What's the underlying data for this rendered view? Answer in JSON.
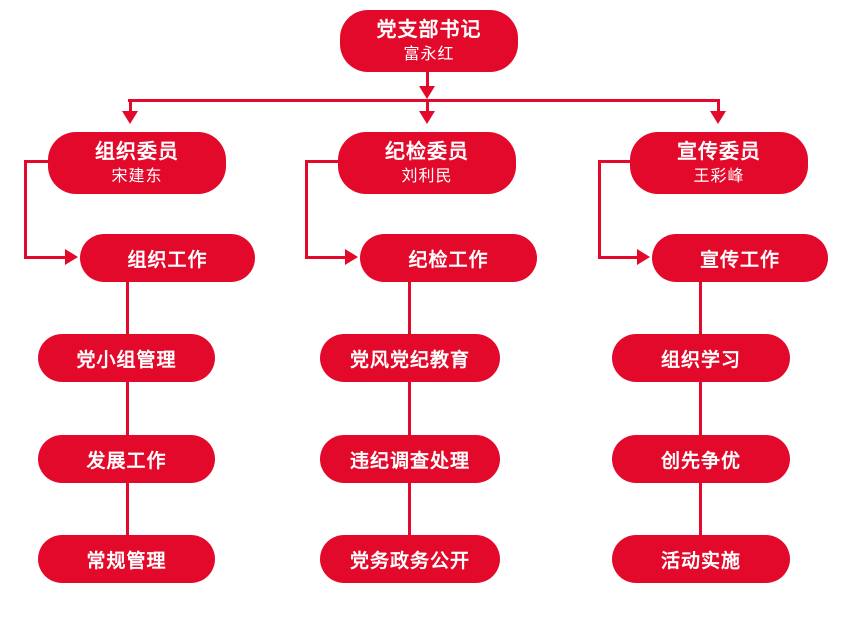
{
  "palette": {
    "node_red": "#E3092B",
    "text_white": "#ffffff",
    "background": "#ffffff"
  },
  "chart": {
    "type": "org-chart",
    "root": {
      "title": "党支部书记",
      "name": "富永红"
    },
    "branches": [
      {
        "role": "组织委员",
        "person": "宋建东",
        "work": "组织工作",
        "tasks": [
          "党小组管理",
          "发展工作",
          "常规管理"
        ]
      },
      {
        "role": "纪检委员",
        "person": "刘利民",
        "work": "纪检工作",
        "tasks": [
          "党风党纪教育",
          "违纪调查处理",
          "党务政务公开"
        ]
      },
      {
        "role": "宣传委员",
        "person": "王彩峰",
        "work": "宣传工作",
        "tasks": [
          "组织学习",
          "创先争优",
          "活动实施"
        ]
      }
    ]
  }
}
